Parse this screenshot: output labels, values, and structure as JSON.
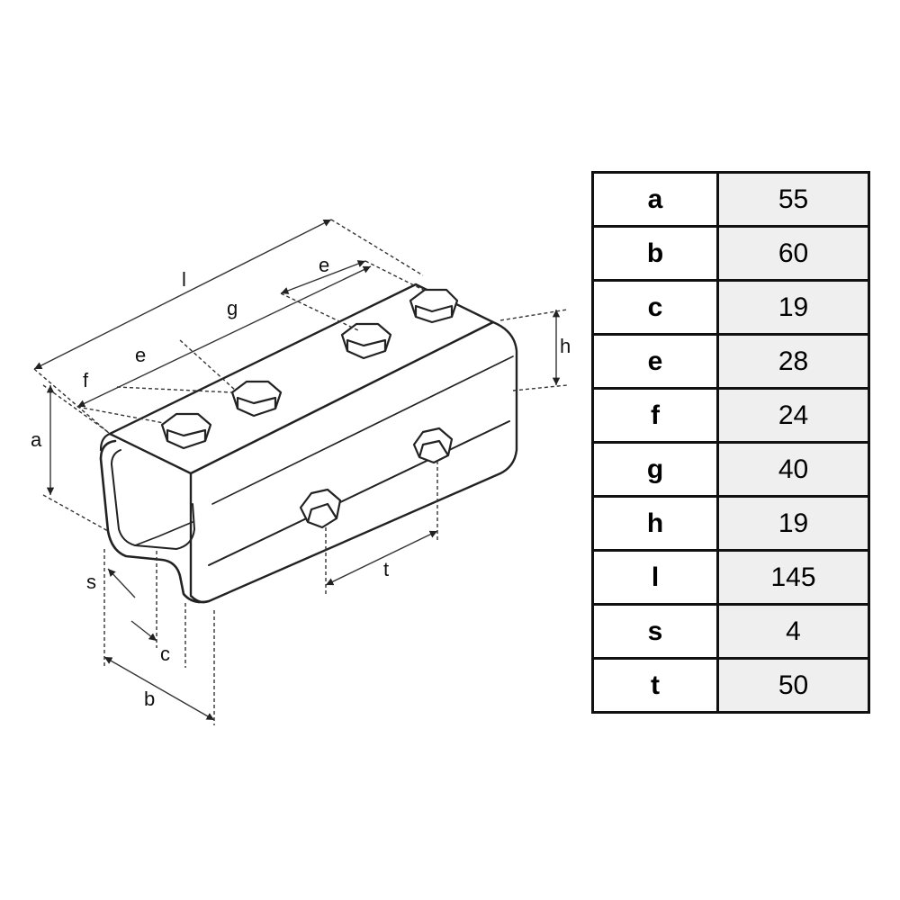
{
  "diagram": {
    "labels": {
      "l": "l",
      "e_top": "e",
      "g": "g",
      "e_mid": "e",
      "f": "f",
      "a": "a",
      "h": "h",
      "s": "s",
      "c": "c",
      "b": "b",
      "t": "t"
    }
  },
  "table": {
    "rows": [
      {
        "key": "a",
        "value": "55"
      },
      {
        "key": "b",
        "value": "60"
      },
      {
        "key": "c",
        "value": "19"
      },
      {
        "key": "e",
        "value": "28"
      },
      {
        "key": "f",
        "value": "24"
      },
      {
        "key": "g",
        "value": "40"
      },
      {
        "key": "h",
        "value": "19"
      },
      {
        "key": "l",
        "value": "145"
      },
      {
        "key": "s",
        "value": "4"
      },
      {
        "key": "t",
        "value": "50"
      }
    ]
  }
}
